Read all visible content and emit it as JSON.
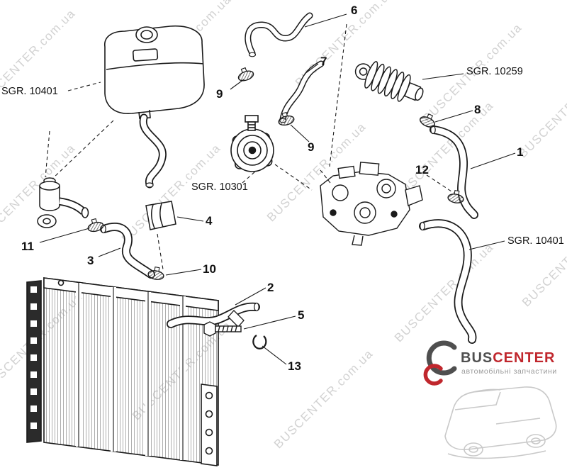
{
  "watermark": {
    "text": "BUSCENTER.com.ua"
  },
  "callouts": {
    "c1": "1",
    "c2": "2",
    "c3": "3",
    "c4": "4",
    "c5": "5",
    "c6": "6",
    "c7": "7",
    "c8": "8",
    "c9a": "9",
    "c9b": "9",
    "c10": "10",
    "c11": "11",
    "c12": "12",
    "c13": "13"
  },
  "part_labels": {
    "expansion_hose": "SGR. 10401",
    "heat_exchanger": "SGR. 10259",
    "oil_cooler": "SGR. 10301",
    "outlet_hose": "SGR. 10401"
  },
  "logo": {
    "brand_bus": "BUS",
    "brand_center": "CENTER",
    "tagline": "автомобільні запчастини"
  },
  "colors": {
    "line": "#1a1a1a",
    "watermark": "#d2d2d2",
    "brand_dark": "#4f4f4f",
    "brand_red": "#c0272d"
  }
}
